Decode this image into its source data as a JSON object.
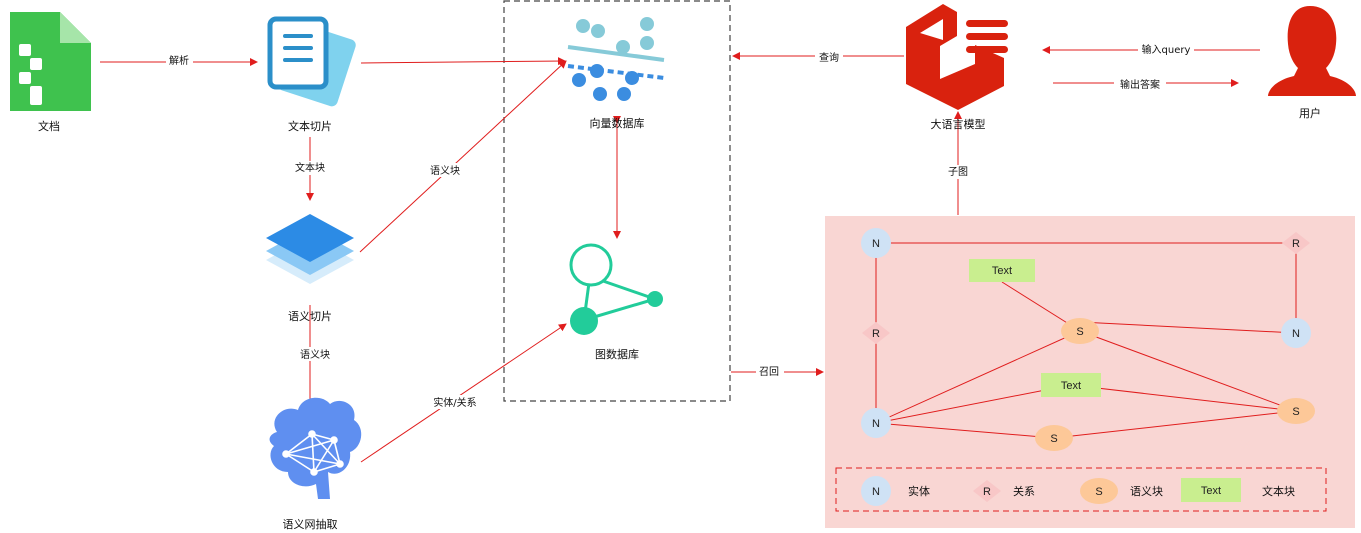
{
  "colors": {
    "edge": "#e01d1d",
    "doc_green": "#3fc24e",
    "kg_panel": "#f9d6d3",
    "entity": "#cfe2f5",
    "relation": "#f8c7c7",
    "semantic": "#fdc898",
    "text_block": "#c9ee8f",
    "llm_red": "#d9220e",
    "user_red": "#d9220e",
    "graph_teal": "#22cc9a",
    "brain_blue": "#5f8ff0"
  },
  "nodes": {
    "doc": "文档",
    "text_slice": "文本切片",
    "semantic_slice": "语义切片",
    "semantic_net": "语义网抽取",
    "vector_db": "向量数据库",
    "graph_db": "图数据库",
    "llm": "大语言模型",
    "user": "用户"
  },
  "edge_labels": {
    "parse": "解析",
    "text_block": "文本块",
    "semantic_block_1": "语义块",
    "semantic_block_2": "语义块",
    "entity_relation": "实体/关系",
    "query": "查询",
    "recall": "召回",
    "subgraph": "子图",
    "input_query": "输入query",
    "output_answer": "输出答案"
  },
  "kg_nodes": {
    "n": "N",
    "r": "R",
    "s": "S",
    "text": "Text"
  },
  "legend": {
    "entity_symbol": "N",
    "entity_label": "实体",
    "relation_symbol": "R",
    "relation_label": "关系",
    "semantic_symbol": "S",
    "semantic_label": "语义块",
    "text_symbol": "Text",
    "text_label": "文本块"
  }
}
